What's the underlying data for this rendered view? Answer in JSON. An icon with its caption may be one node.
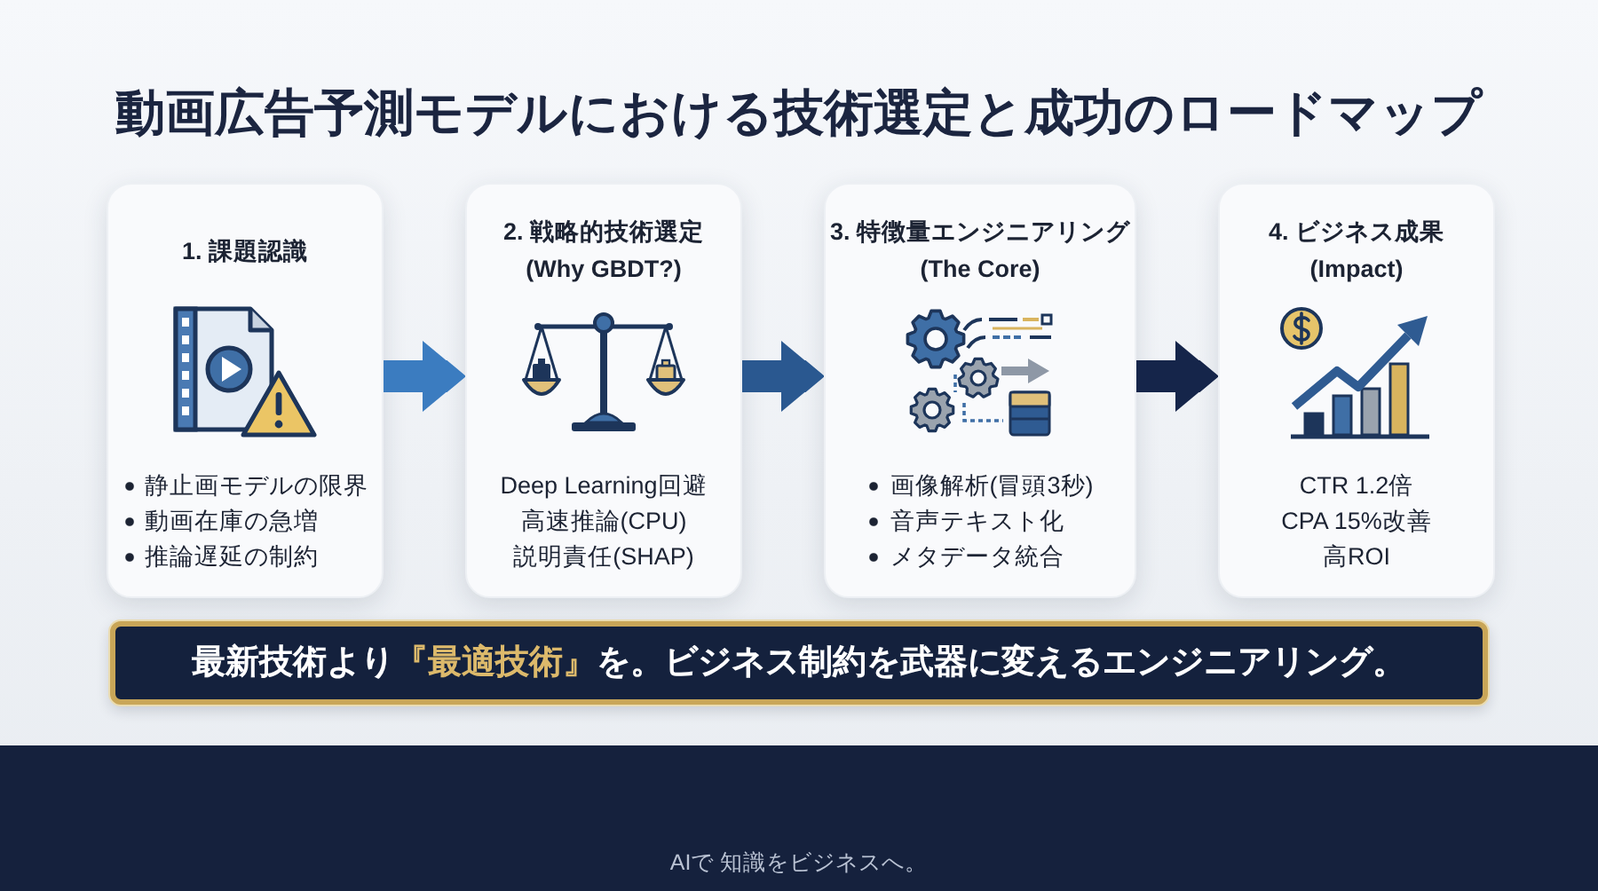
{
  "diagram": {
    "title": "動画広告予測モデルにおける技術選定と成功のロードマップ",
    "nodes": [
      {
        "text": [
          "1. 課題認識",
          "静止画モデルの限界",
          "動画在庫の急増",
          "推論遅延の制約"
        ]
      },
      {
        "text": [
          "2. 戦略的技術選定 (Why GBDT?)",
          "Deep Learning回避",
          "高速推論(CPU)",
          "説明責任(SHAP)"
        ]
      },
      {
        "text": [
          "3. 特徴量エンジニアリング (The Core)",
          "画像解析(冒頭3秒)",
          "音声テキスト化",
          "メタデータ統合"
        ]
      },
      {
        "text": [
          "4. ビジネス成果 (Impact)",
          "CTR 1.2倍",
          "CPA 15%改善",
          "高ROI"
        ]
      },
      {
        "text": [
          "最新技術より**『最適技術』**を。ビジネス制約を武器に変えるエンジニアリング。"
        ]
      }
    ],
    "edges": [
      {
        "from": 0,
        "to": 1,
        "arrow": "to",
        "color": "#3b7cc0"
      },
      {
        "from": 1,
        "to": 2,
        "arrow": "to",
        "color": "#2a5890"
      },
      {
        "from": 2,
        "to": 3,
        "arrow": "to",
        "color": "#15254a"
      }
    ],
    "labels": [
      "AIで 知識をビジネスへ。"
    ]
  }
}
